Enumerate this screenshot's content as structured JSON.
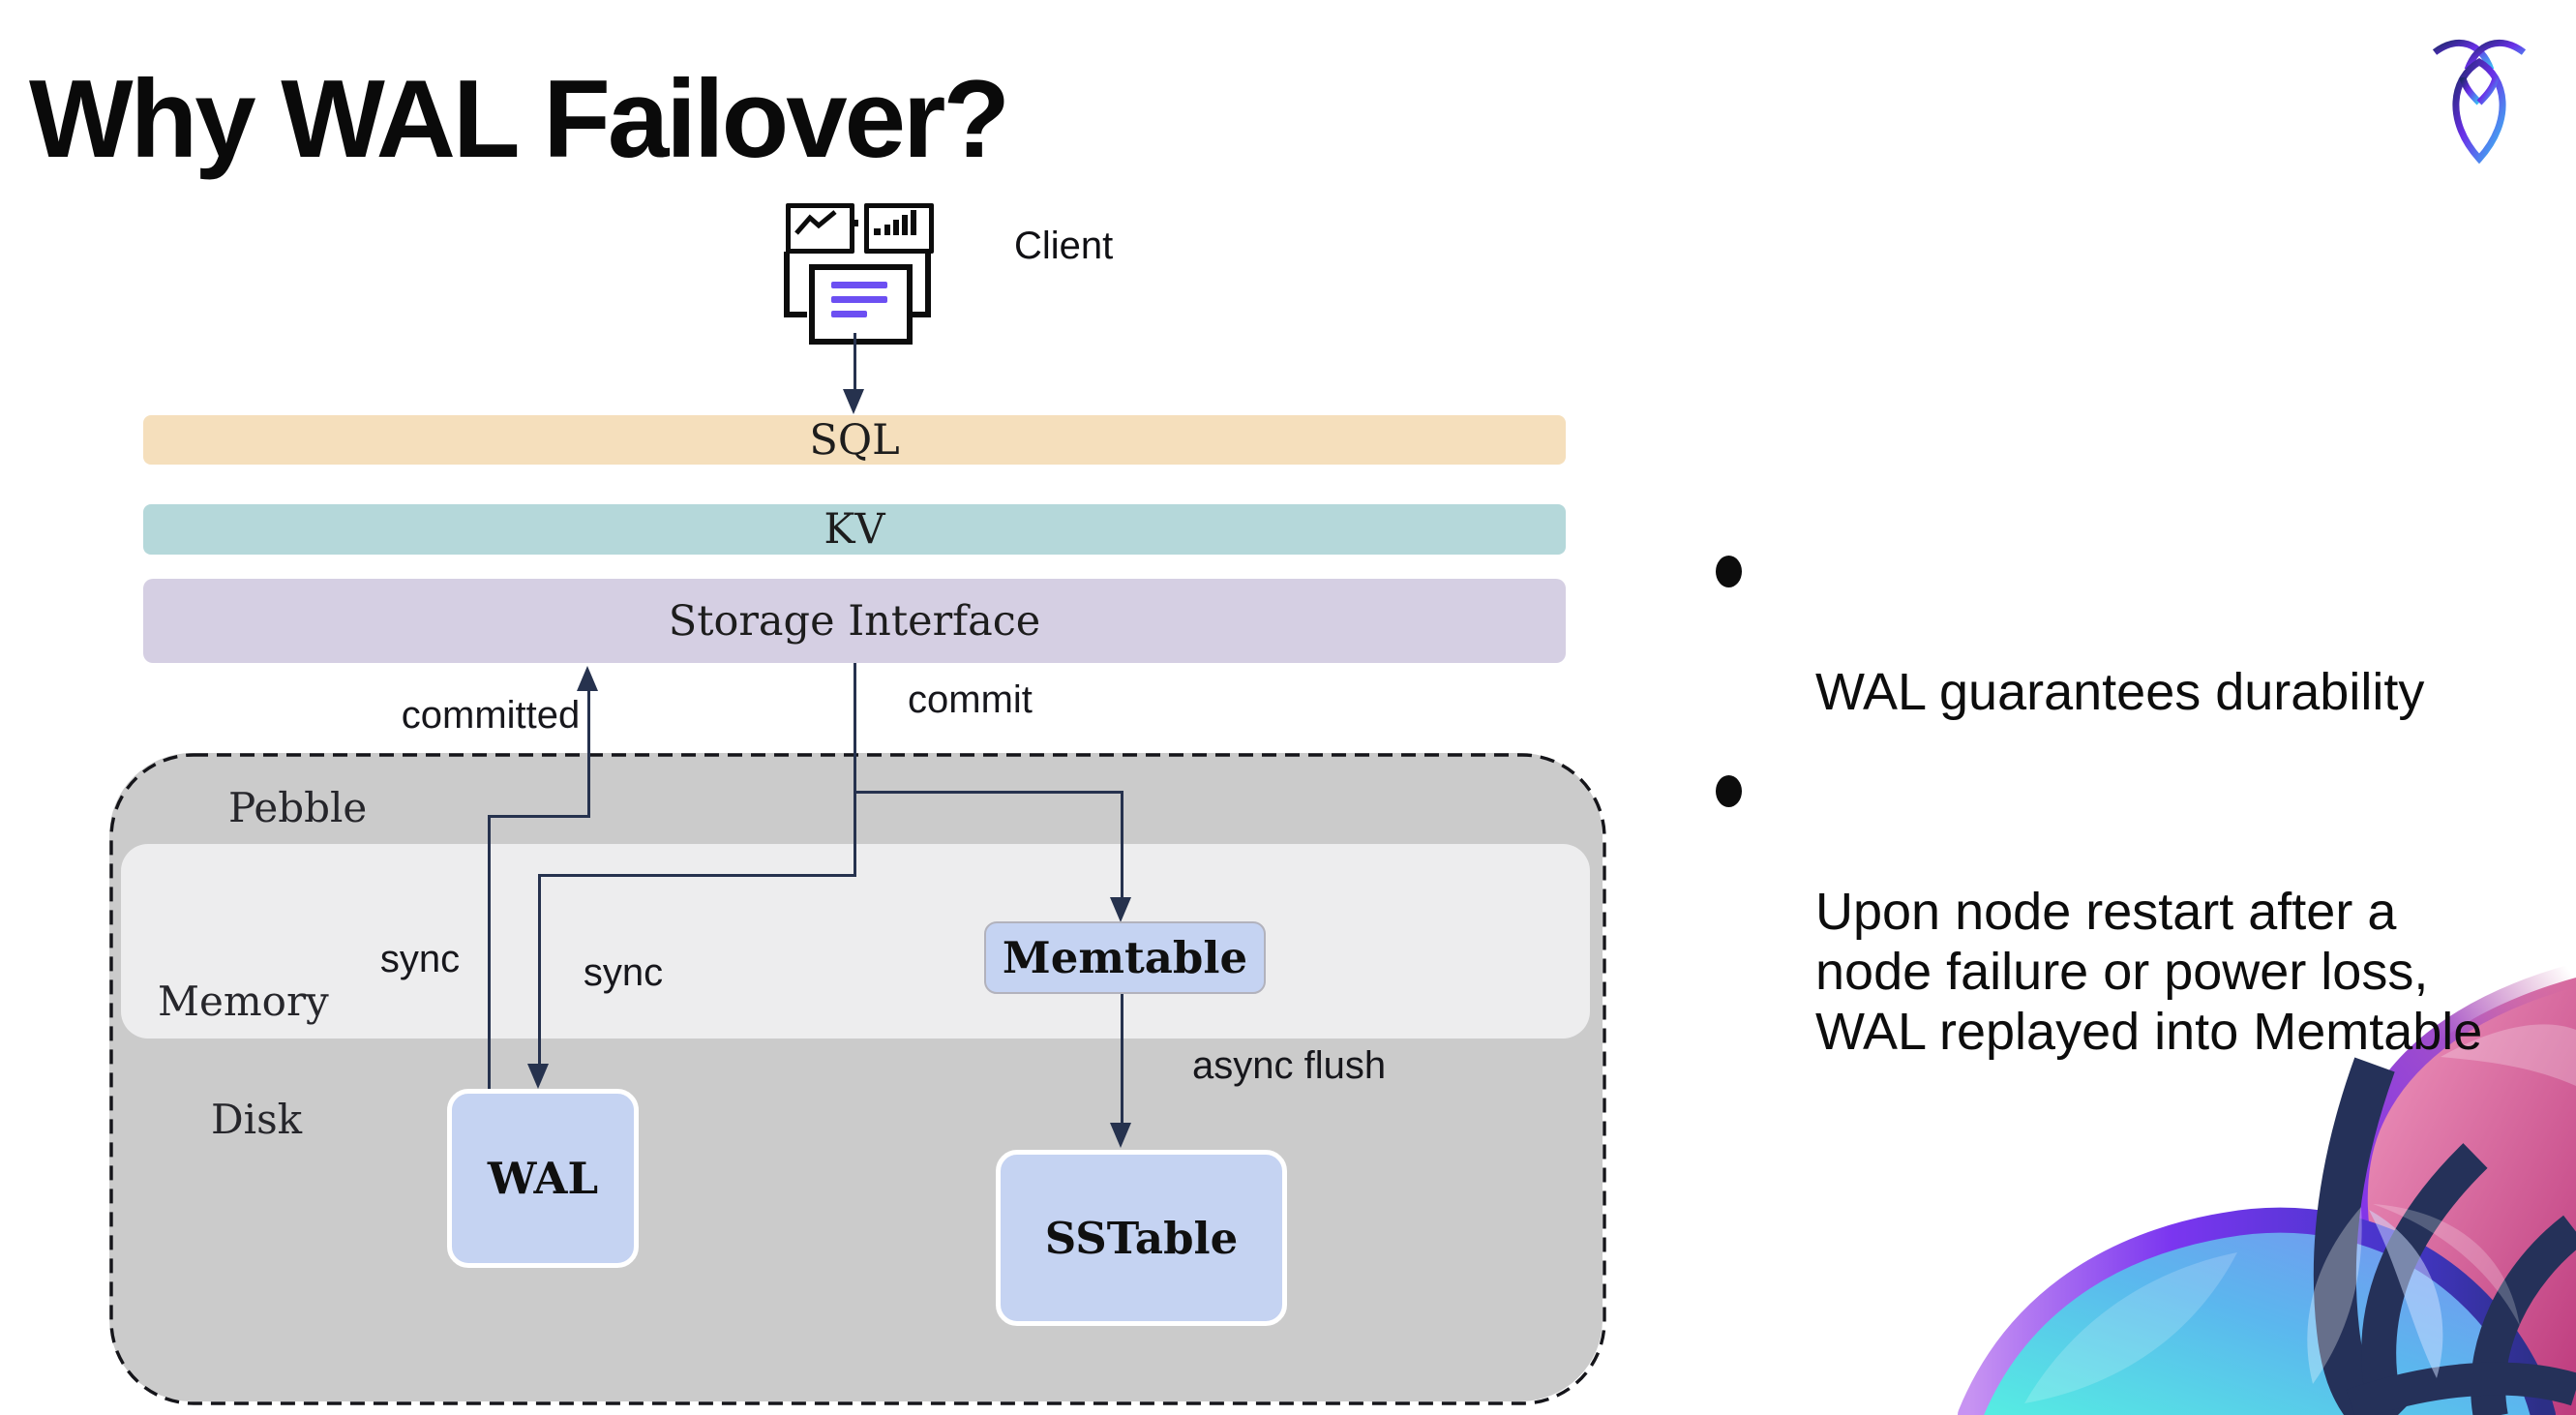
{
  "slide": {
    "title": "Why WAL Failover?"
  },
  "client": {
    "label": "Client"
  },
  "layers": {
    "sql": {
      "label": "SQL",
      "color": "#f5dfbc"
    },
    "kv": {
      "label": "KV",
      "color": "#b5d8da"
    },
    "storage": {
      "label": "Storage Interface",
      "color": "#d5cfe3"
    }
  },
  "edges": {
    "committed": "committed",
    "commit": "commit",
    "sync_up": "sync",
    "sync_down": "sync",
    "async_flush": "async flush"
  },
  "pebble": {
    "label": "Pebble",
    "memory_label": "Memory",
    "disk_label": "Disk",
    "wal_label": "WAL",
    "memtable_label": "Memtable",
    "sstable_label": "SSTable"
  },
  "bullets": [
    {
      "lines": [
        "WAL guarantees durability"
      ]
    },
    {
      "lines": [
        "Upon node restart after a",
        "node failure or power loss,",
        "WAL replayed into Memtable"
      ]
    }
  ],
  "colors": {
    "connector": "#26324e",
    "node_fill": "#c5d3f2",
    "pebble_fill": "#cbcbcb",
    "memory_fill": "#ededee",
    "doc_lines": "#6c4ff2",
    "brand_pink": "#bd3a7d",
    "brand_purple": "#6a2fe8",
    "brand_cyan": "#55eee2",
    "brand_navy": "#253159"
  }
}
